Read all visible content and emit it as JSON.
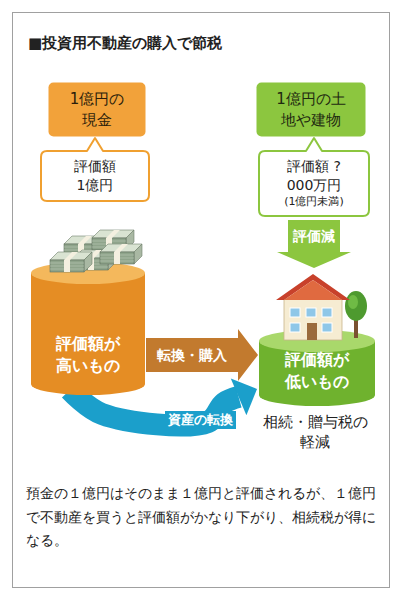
{
  "diagram": {
    "title": "■投資用不動産の購入で節税",
    "caption": "預金の１億円はそのまま１億円と評価されるが、１億円で不動産を買うと評価額がかなり下がり、相続税が得になる。",
    "nodes": [
      {
        "text": [
          "1億円の現金"
        ]
      },
      {
        "text": [
          "評価額 1億円"
        ]
      },
      {
        "text": [
          "1億円の土地や建物"
        ]
      },
      {
        "text": [
          "評価額 ?000万円",
          "(1億円未満)"
        ]
      },
      {
        "text": [
          "評価額が高いもの"
        ]
      },
      {
        "text": [
          "評価額が低いもの"
        ]
      }
    ],
    "edges": [
      {
        "from": 3,
        "to": 5,
        "label": "評価減",
        "arrow": "to"
      },
      {
        "from": 4,
        "to": 5,
        "label": "転換・購入",
        "arrow": "to"
      },
      {
        "from": 4,
        "to": 5,
        "label": "資産の転換",
        "arrow": "to"
      }
    ],
    "labels": [
      "相続・贈与税の軽減"
    ]
  }
}
